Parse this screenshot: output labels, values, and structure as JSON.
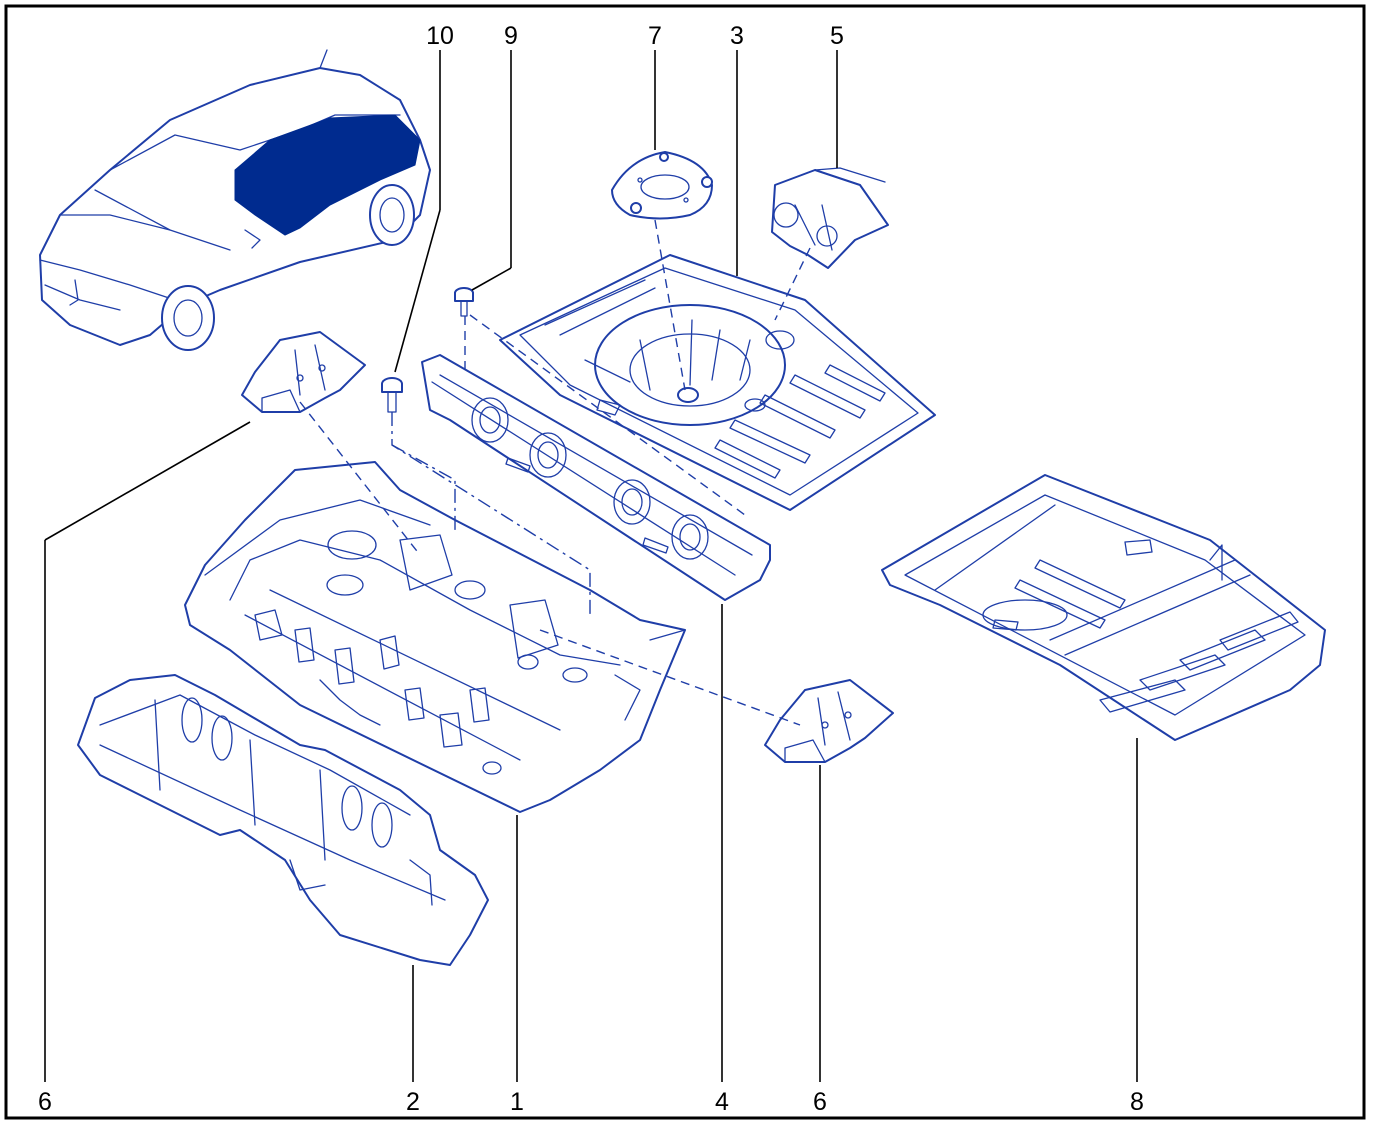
{
  "colors": {
    "line": "#1f3ea8",
    "fill_dark": "#002b8f",
    "frame": "#000000",
    "label": "#000000"
  },
  "callouts": {
    "c10": "10",
    "c9": "9",
    "c7": "7",
    "c3": "3",
    "c5": "5",
    "c6_left": "6",
    "c2": "2",
    "c1": "1",
    "c4": "4",
    "c6_right": "6",
    "c8": "8"
  }
}
